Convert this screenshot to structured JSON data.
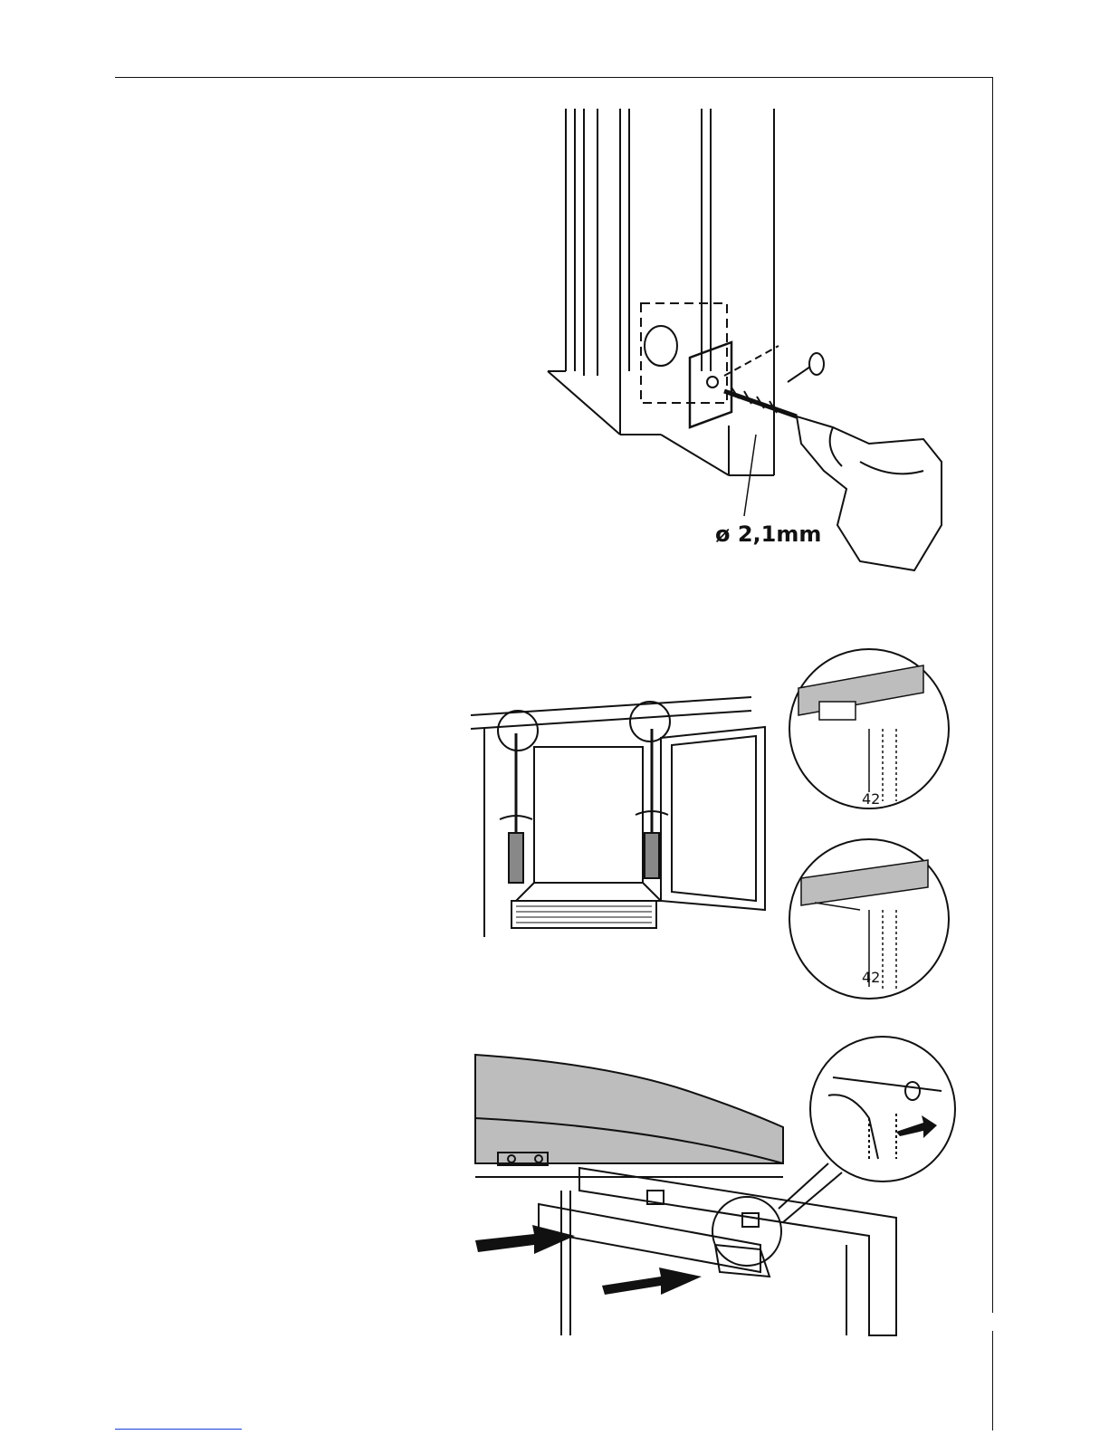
{
  "figures": {
    "drill": {
      "diameter_label": "ø 2,1mm"
    },
    "hinges": {
      "dimension_top": "42",
      "dimension_bottom": "42"
    }
  },
  "colors": {
    "ink": "#111111",
    "paper": "#ffffff",
    "hatch": "#bdbdbd",
    "footer_link": "#1a3fd6"
  }
}
